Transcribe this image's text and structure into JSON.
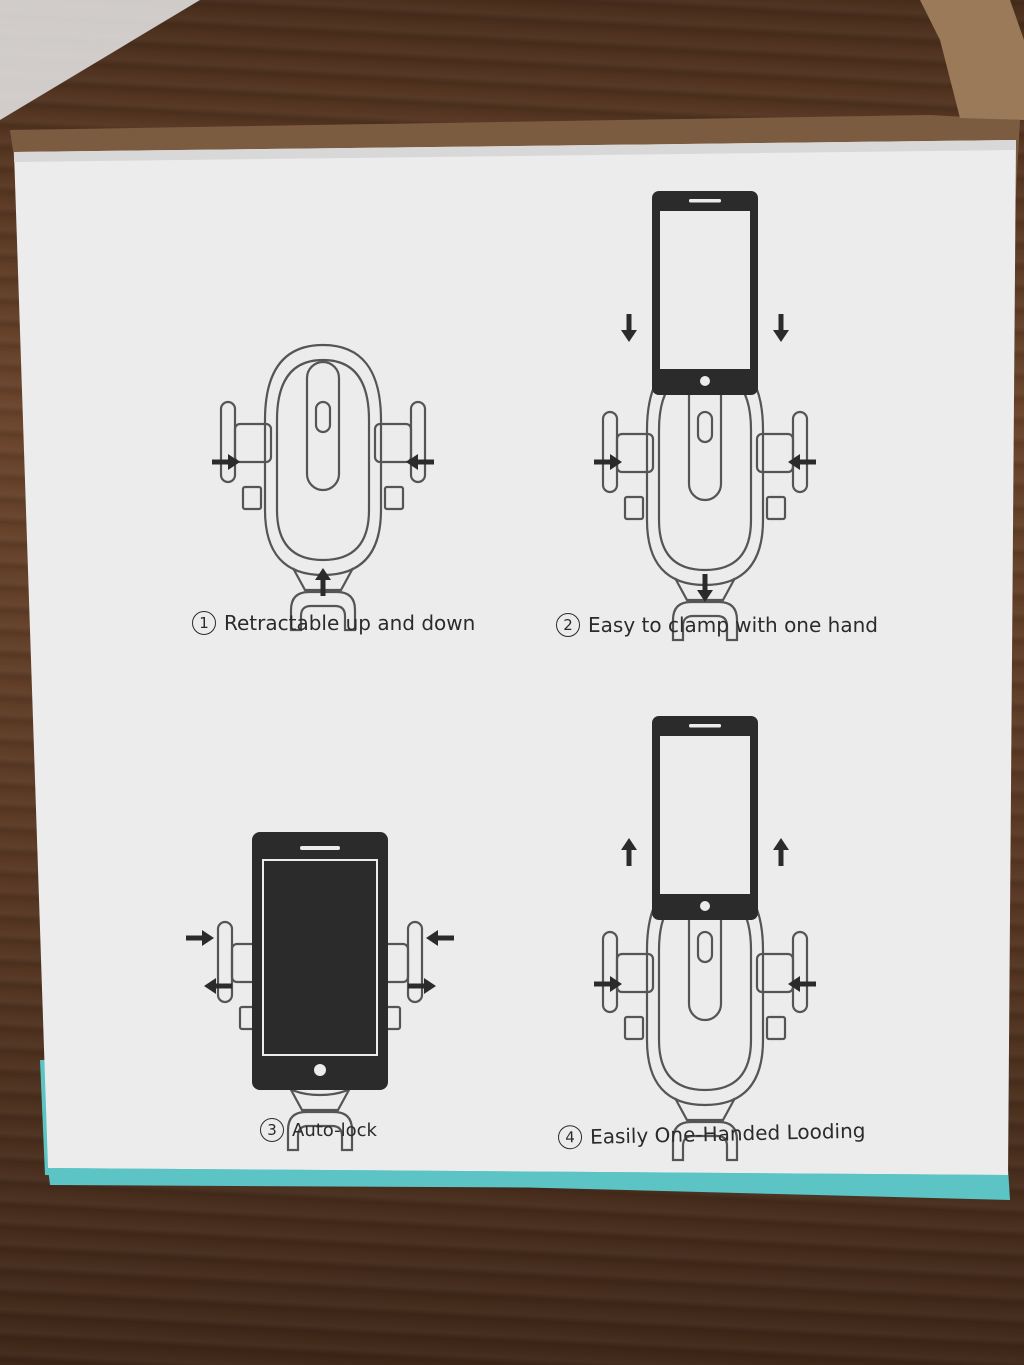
{
  "captions": [
    {
      "num": "1",
      "text": "Retractable up and down"
    },
    {
      "num": "2",
      "text": "Easy to clamp with one hand"
    },
    {
      "num": "3",
      "text": "Auto-lock"
    },
    {
      "num": "4",
      "text": "Easily One-Handed Looding"
    }
  ],
  "colors": {
    "paper": "#ececec",
    "ink": "#2b2b2b",
    "teal": "#5cc4c4",
    "cardboard": "#8a6a4c",
    "wood": "#5a3a24"
  },
  "icons": [
    "phone-holder-icon",
    "phone-icon",
    "arrow-icon"
  ]
}
